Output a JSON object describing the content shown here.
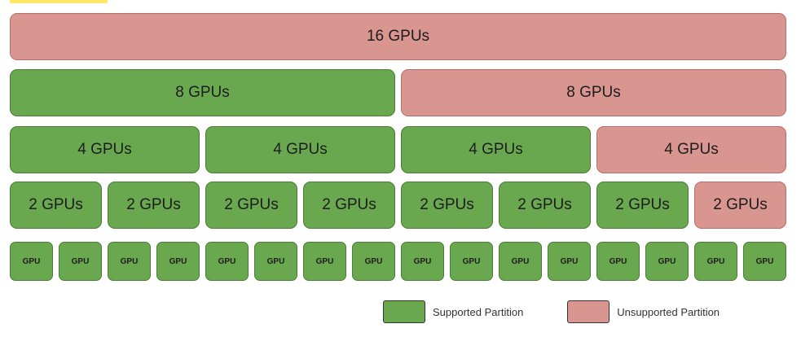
{
  "rows": {
    "r16": [
      {
        "label": "16 GPUs",
        "status": "unsupported"
      }
    ],
    "r8": [
      {
        "label": "8 GPUs",
        "status": "supported"
      },
      {
        "label": "8 GPUs",
        "status": "unsupported"
      }
    ],
    "r4": [
      {
        "label": "4 GPUs",
        "status": "supported"
      },
      {
        "label": "4 GPUs",
        "status": "supported"
      },
      {
        "label": "4 GPUs",
        "status": "supported"
      },
      {
        "label": "4 GPUs",
        "status": "unsupported"
      }
    ],
    "r2": [
      {
        "label": "2 GPUs",
        "status": "supported"
      },
      {
        "label": "2 GPUs",
        "status": "supported"
      },
      {
        "label": "2 GPUs",
        "status": "supported"
      },
      {
        "label": "2 GPUs",
        "status": "supported"
      },
      {
        "label": "2 GPUs",
        "status": "supported"
      },
      {
        "label": "2 GPUs",
        "status": "supported"
      },
      {
        "label": "2 GPUs",
        "status": "supported"
      },
      {
        "label": "2 GPUs",
        "status": "unsupported"
      }
    ],
    "r1": [
      {
        "label": "GPU",
        "status": "supported"
      },
      {
        "label": "GPU",
        "status": "supported"
      },
      {
        "label": "GPU",
        "status": "supported"
      },
      {
        "label": "GPU",
        "status": "supported"
      },
      {
        "label": "GPU",
        "status": "supported"
      },
      {
        "label": "GPU",
        "status": "supported"
      },
      {
        "label": "GPU",
        "status": "supported"
      },
      {
        "label": "GPU",
        "status": "supported"
      },
      {
        "label": "GPU",
        "status": "supported"
      },
      {
        "label": "GPU",
        "status": "supported"
      },
      {
        "label": "GPU",
        "status": "supported"
      },
      {
        "label": "GPU",
        "status": "supported"
      },
      {
        "label": "GPU",
        "status": "supported"
      },
      {
        "label": "GPU",
        "status": "supported"
      },
      {
        "label": "GPU",
        "status": "supported"
      },
      {
        "label": "GPU",
        "status": "supported"
      }
    ]
  },
  "legend": {
    "supported": "Supported Partition",
    "unsupported": "Unsupported Partition"
  },
  "colors": {
    "supported": "#6aa84f",
    "unsupported": "#d99590"
  }
}
